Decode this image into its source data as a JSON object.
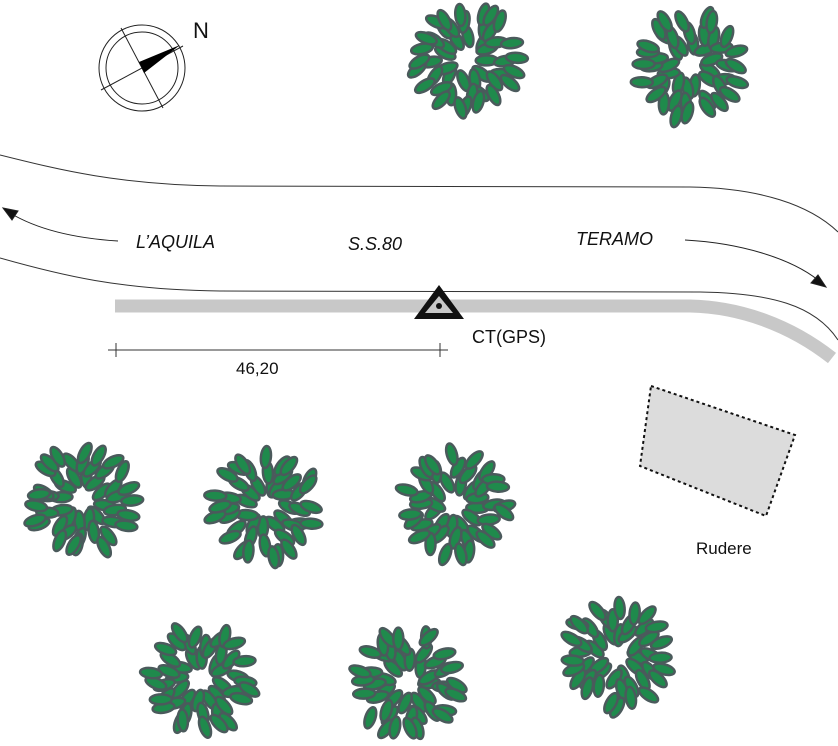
{
  "compass": {
    "north_label": "N"
  },
  "road": {
    "name": "S.S.80",
    "west_direction": "L’AQUILA",
    "east_direction": "TERAMO"
  },
  "station": {
    "label": "CT(GPS)"
  },
  "dimension": {
    "value": "46,20"
  },
  "building": {
    "label": "Rudere"
  },
  "colors": {
    "leaf": "#1f8a4c",
    "leaf_outline": "#4b5a5c",
    "edge_strip": "#c8c8c8",
    "building_fill": "#dcdcdc"
  }
}
